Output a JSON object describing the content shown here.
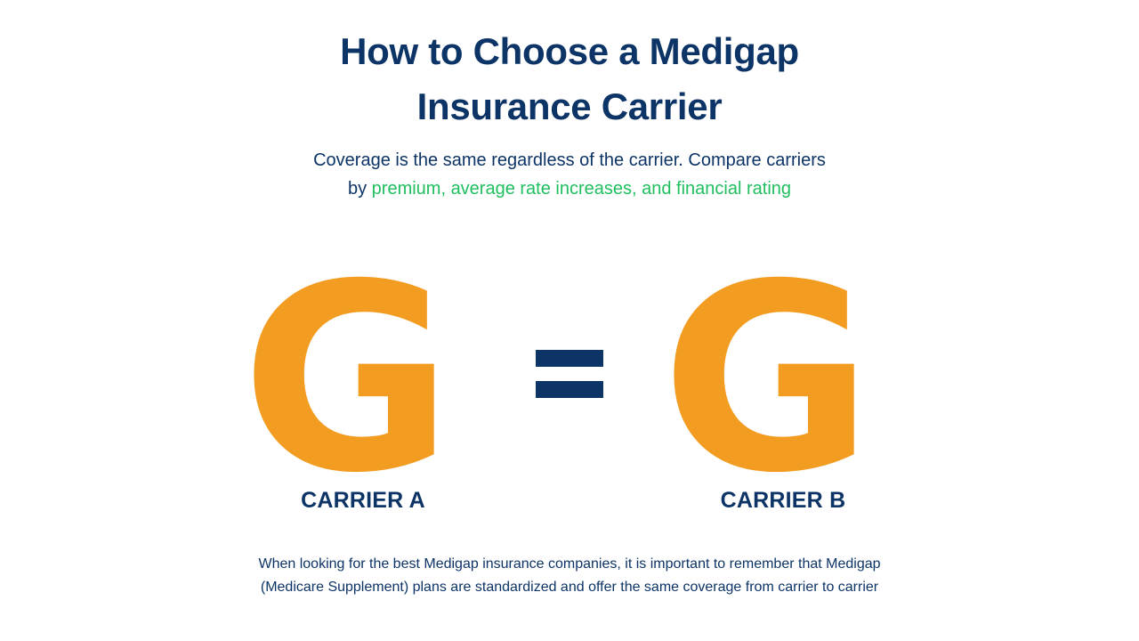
{
  "title": {
    "line1": "How to Choose a Medigap",
    "line2": "Insurance Carrier"
  },
  "subtitle": {
    "line1": "Coverage is the same regardless of the carrier. Compare carriers",
    "line2_prefix": "by ",
    "line2_highlight": "premium, average rate increases, and financial rating"
  },
  "comparison": {
    "left": {
      "letter": "G",
      "label": "CARRIER A"
    },
    "operator_icon": "equals-icon",
    "right": {
      "letter": "G",
      "label": "CARRIER B"
    }
  },
  "footnote": {
    "line1": "When looking for the best Medigap insurance companies, it is important to remember that Medigap",
    "line2": "(Medicare Supplement) plans are standardized and offer the same coverage from carrier to carrier"
  },
  "colors": {
    "navy": "#0d3466",
    "orange": "#f39c22",
    "green": "#1fbf5f",
    "background": "#ffffff"
  }
}
